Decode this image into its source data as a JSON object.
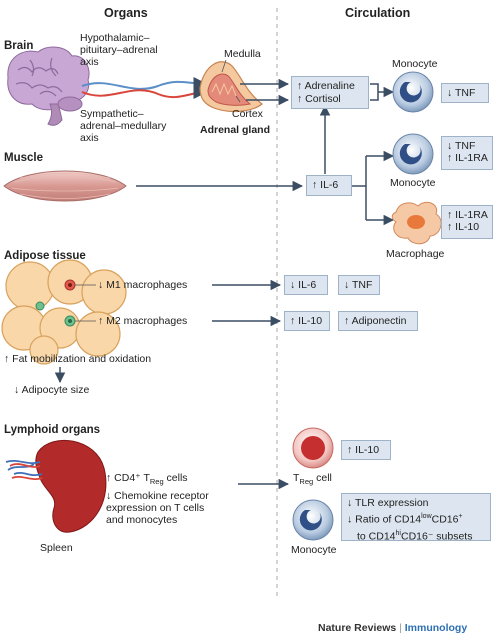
{
  "headers": {
    "organs": "Organs",
    "circulation": "Circulation"
  },
  "brain": {
    "title": "Brain",
    "hpa_axis": [
      "Hypothalamic–",
      "pituitary–adrenal",
      "axis"
    ],
    "sam_axis": [
      "Sympathetic–",
      "adrenal–medullary",
      "axis"
    ],
    "medulla": "Medulla",
    "cortex": "Cortex",
    "adrenal_gland": "Adrenal gland"
  },
  "hormones": {
    "adrenaline": "↑ Adrenaline",
    "cortisol": "↑ Cortisol"
  },
  "monocyte1": {
    "label": "Monocyte",
    "effect": "↓ TNF"
  },
  "muscle": {
    "title": "Muscle",
    "il6": "↑ IL-6"
  },
  "monocyte2": {
    "label": "Monocyte",
    "effects": [
      "↓ TNF",
      "↑ IL-1RA"
    ]
  },
  "macrophage": {
    "label": "Macrophage",
    "effects": [
      "↑ IL-1RA",
      "↑ IL-10"
    ]
  },
  "adipose": {
    "title": "Adipose tissue",
    "m1": "↓ M1 macrophages",
    "m2": "↑ M2 macrophages",
    "m1_effects": [
      "↓ IL-6",
      "↓ TNF"
    ],
    "m2_effects": [
      "↑ IL-10",
      "↑ Adiponectin"
    ],
    "fat_mobilization": "↑ Fat mobilization and oxidation",
    "adipocyte_size": "↓ Adipocyte size"
  },
  "lymphoid": {
    "title": "Lymphoid organs",
    "spleen": "Spleen",
    "treg_cells": "↑ CD4⁺ T",
    "treg_sub": "Reg",
    "treg_cells_suffix": " cells",
    "chemokine": [
      "↓ Chemokine receptor",
      "expression on T cells",
      "and monocytes"
    ],
    "treg_cell_label": "T",
    "treg_cell_sub": "Reg",
    "treg_cell_suffix": " cell",
    "treg_effect": "↑ IL-10",
    "monocyte_label": "Monocyte",
    "tlr": "↓ TLR expression",
    "ratio_line1": "↓ Ratio of CD14",
    "ratio_low": "low",
    "ratio_mid": "CD16",
    "ratio_plus": "+",
    "ratio_line2": "to CD14",
    "ratio_hi": "hi",
    "ratio_end": "CD16⁻ subsets"
  },
  "footer": {
    "journal": "Nature Reviews",
    "sep": " | ",
    "section": "Immunology"
  },
  "colors": {
    "arrow": "#3a4d63",
    "box_fill": "#dde6f0",
    "footer_blue": "#2d6fb5"
  }
}
